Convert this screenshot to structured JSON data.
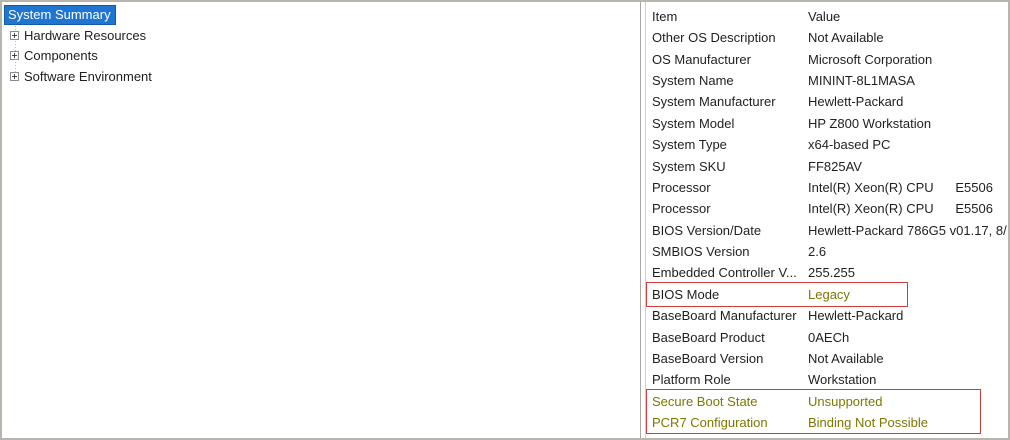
{
  "tree": {
    "items": [
      {
        "label": "System Summary",
        "selected": true
      },
      {
        "label": "Hardware Resources",
        "selected": false
      },
      {
        "label": "Components",
        "selected": false
      },
      {
        "label": "Software Environment",
        "selected": false
      }
    ]
  },
  "table": {
    "columns": [
      "Item",
      "Value"
    ],
    "rows": [
      {
        "item": "Other OS Description",
        "value": "Not Available"
      },
      {
        "item": "OS Manufacturer",
        "value": "Microsoft Corporation"
      },
      {
        "item": "System Name",
        "value": "MININT-8L1MASA"
      },
      {
        "item": "System Manufacturer",
        "value": "Hewlett-Packard"
      },
      {
        "item": "System Model",
        "value": "HP Z800 Workstation"
      },
      {
        "item": "System Type",
        "value": "x64-based PC"
      },
      {
        "item": "System SKU",
        "value": "FF825AV"
      },
      {
        "item": "Processor",
        "value": "Intel(R) Xeon(R) CPU      E5506"
      },
      {
        "item": "Processor",
        "value": "Intel(R) Xeon(R) CPU      E5506"
      },
      {
        "item": "BIOS Version/Date",
        "value": "Hewlett-Packard 786G5 v01.17, 8/"
      },
      {
        "item": "SMBIOS Version",
        "value": "2.6"
      },
      {
        "item": "Embedded Controller V...",
        "value": "255.255"
      },
      {
        "item": "BIOS Mode",
        "value": "Legacy",
        "value_emphasis": true
      },
      {
        "item": "BaseBoard Manufacturer",
        "value": "Hewlett-Packard"
      },
      {
        "item": "BaseBoard Product",
        "value": "0AECh"
      },
      {
        "item": "BaseBoard Version",
        "value": "Not Available"
      },
      {
        "item": "Platform Role",
        "value": "Workstation"
      },
      {
        "item": "Secure Boot State",
        "value": "Unsupported",
        "item_emphasis": true,
        "value_emphasis": true
      },
      {
        "item": "PCR7 Configuration",
        "value": "Binding Not Possible",
        "item_emphasis": true,
        "value_emphasis": true
      }
    ]
  },
  "colors": {
    "selection_blue": "#1e76d2",
    "emphasis_olive": "#7d7700",
    "annotation_red": "#d23b3b"
  }
}
